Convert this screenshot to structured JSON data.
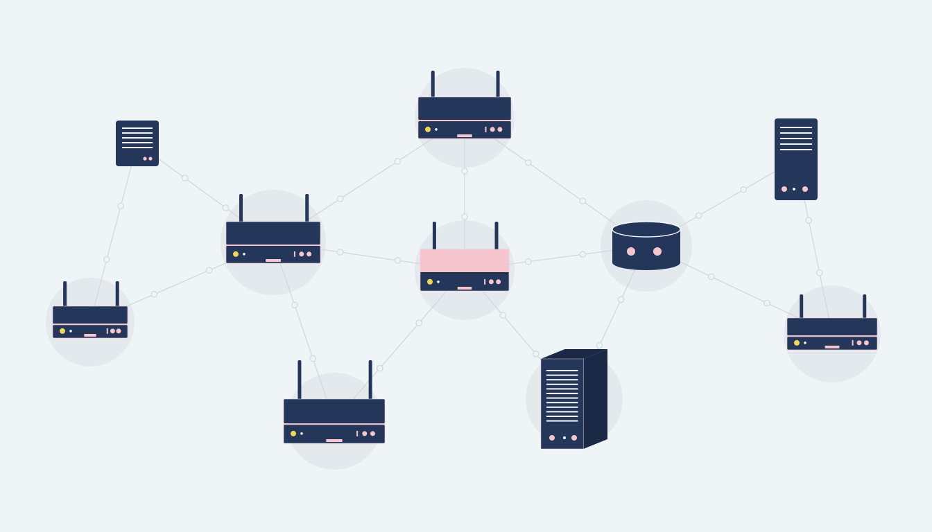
{
  "colors": {
    "background": "#eff4f7",
    "halo": "#e3e9ec",
    "link": "#d3dade",
    "link_dot": "#dde3e7",
    "device_body": "#243659",
    "device_side": "#1a2946",
    "accent_pink": "#f6c6cf",
    "status_yellow": "#f1d757",
    "white": "#f4f7fb"
  },
  "nodes": [
    {
      "id": "router-top",
      "kind": "router"
    },
    {
      "id": "router-center",
      "kind": "router",
      "highlighted": true
    },
    {
      "id": "router-left",
      "kind": "router"
    },
    {
      "id": "router-far-left",
      "kind": "router"
    },
    {
      "id": "router-bottom",
      "kind": "router"
    },
    {
      "id": "router-far-right",
      "kind": "router"
    },
    {
      "id": "server-doc-top-left",
      "kind": "document-server"
    },
    {
      "id": "server-tower-top-right",
      "kind": "tower-server"
    },
    {
      "id": "database-right",
      "kind": "database"
    },
    {
      "id": "server-tower-bottom",
      "kind": "tower-server"
    }
  ],
  "links": [
    {
      "from": "server-doc-top-left",
      "to": "router-left"
    },
    {
      "from": "server-doc-top-left",
      "to": "router-far-left"
    },
    {
      "from": "router-far-left",
      "to": "router-left"
    },
    {
      "from": "router-left",
      "to": "router-top"
    },
    {
      "from": "router-left",
      "to": "router-center"
    },
    {
      "from": "router-left",
      "to": "router-bottom"
    },
    {
      "from": "router-top",
      "to": "router-center"
    },
    {
      "from": "router-top",
      "to": "database-right"
    },
    {
      "from": "router-center",
      "to": "database-right"
    },
    {
      "from": "router-center",
      "to": "router-bottom"
    },
    {
      "from": "router-center",
      "to": "server-tower-bottom"
    },
    {
      "from": "database-right",
      "to": "server-tower-top-right"
    },
    {
      "from": "database-right",
      "to": "router-far-right"
    },
    {
      "from": "database-right",
      "to": "server-tower-bottom"
    },
    {
      "from": "server-tower-top-right",
      "to": "router-far-right"
    }
  ]
}
